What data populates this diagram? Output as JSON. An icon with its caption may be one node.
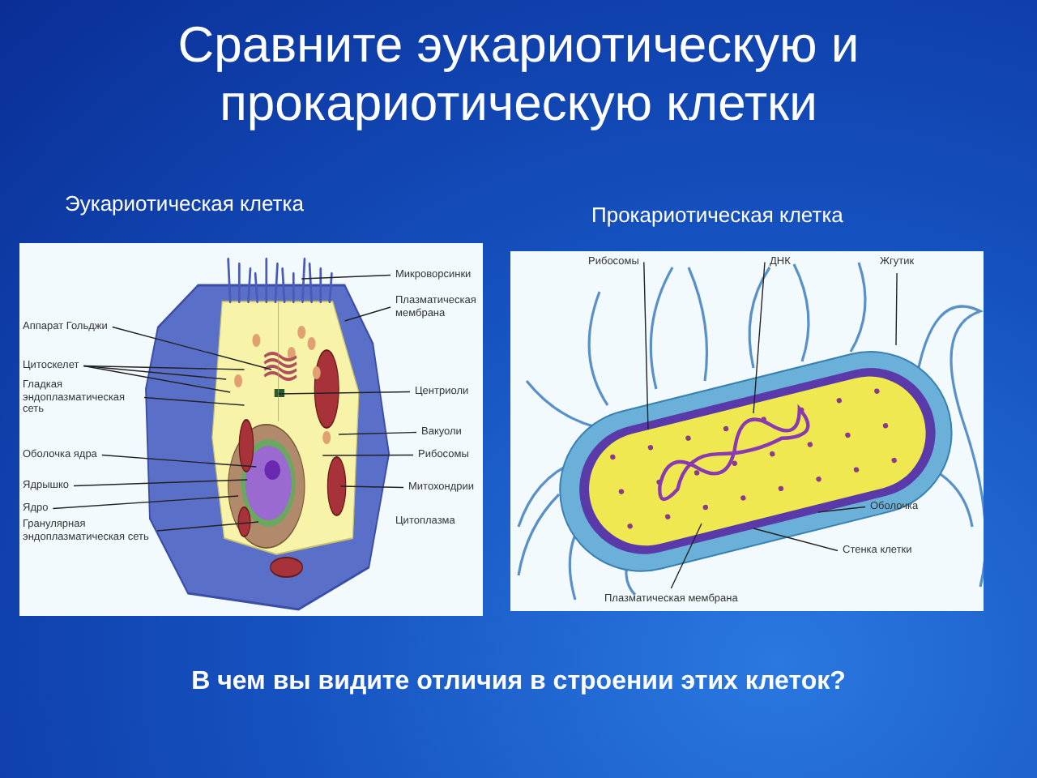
{
  "diagram": {
    "title": "Сравните эукариотическую и прокариотическую клетки",
    "nodes": [
      {
        "text": [
          "Эукариотическая клетка"
        ]
      },
      {
        "text": [
          "Микроворсинки"
        ],
        "in": 0
      },
      {
        "text": [
          "Плазматическая мембрана"
        ],
        "in": 0
      },
      {
        "text": [
          "Аппарат Гольджи"
        ],
        "in": 0
      },
      {
        "text": [
          "Цитоскелет"
        ],
        "in": 0
      },
      {
        "text": [
          "Гладкая эндоплазматическая сеть"
        ],
        "in": 0
      },
      {
        "text": [
          "Центриоли"
        ],
        "in": 0
      },
      {
        "text": [
          "Вакуоли"
        ],
        "in": 0
      },
      {
        "text": [
          "Рибосомы"
        ],
        "in": 0
      },
      {
        "text": [
          "Оболочка ядра"
        ],
        "in": 0
      },
      {
        "text": [
          "Ядрышко"
        ],
        "in": 0
      },
      {
        "text": [
          "Ядро"
        ],
        "in": 0
      },
      {
        "text": [
          "Митохондрии"
        ],
        "in": 0
      },
      {
        "text": [
          "Гранулярная эндоплазматическая сеть"
        ],
        "in": 0
      },
      {
        "text": [
          "Прокариотическая клетка"
        ]
      },
      {
        "text": [
          "Рибосомы"
        ],
        "in": 14
      },
      {
        "text": [
          "ДНК"
        ],
        "in": 14
      },
      {
        "text": [
          "Жгутик"
        ],
        "in": 14
      },
      {
        "text": [
          "Оболочка"
        ],
        "in": 14
      },
      {
        "text": [
          "Стенка клетки"
        ],
        "in": 14
      },
      {
        "text": [
          "Плазматическая мембрана"
        ],
        "in": 14
      }
    ],
    "edges": [
      {
        "from": 1,
        "to": null,
        "arrow": "none"
      },
      {
        "from": 2,
        "to": null,
        "arrow": "none"
      },
      {
        "from": 3,
        "to": null,
        "arrow": "none"
      },
      {
        "from": 4,
        "to": null,
        "arrow": "none"
      },
      {
        "from": 4,
        "to": null,
        "arrow": "none"
      },
      {
        "from": 4,
        "to": null,
        "arrow": "none"
      },
      {
        "from": 5,
        "to": null,
        "arrow": "none"
      },
      {
        "from": 6,
        "to": null,
        "arrow": "none"
      },
      {
        "from": 7,
        "to": null,
        "arrow": "none"
      },
      {
        "from": 8,
        "to": null,
        "arrow": "none"
      },
      {
        "from": 9,
        "to": null,
        "arrow": "none"
      },
      {
        "from": 10,
        "to": null,
        "arrow": "none"
      },
      {
        "from": 11,
        "to": null,
        "arrow": "none"
      },
      {
        "from": 12,
        "to": null,
        "arrow": "none"
      },
      {
        "from": 13,
        "to": null,
        "arrow": "none"
      },
      {
        "from": 15,
        "to": null,
        "arrow": "none"
      },
      {
        "from": 16,
        "to": null,
        "arrow": "none"
      },
      {
        "from": 17,
        "to": null,
        "arrow": "none"
      },
      {
        "from": 18,
        "to": null,
        "arrow": "none"
      },
      {
        "from": 19,
        "to": null,
        "arrow": "none"
      },
      {
        "from": 20,
        "to": null,
        "arrow": "none"
      }
    ],
    "labels": [
      "Цитоплазма",
      "В чем вы видите отличия в строении этих клеток?"
    ]
  }
}
